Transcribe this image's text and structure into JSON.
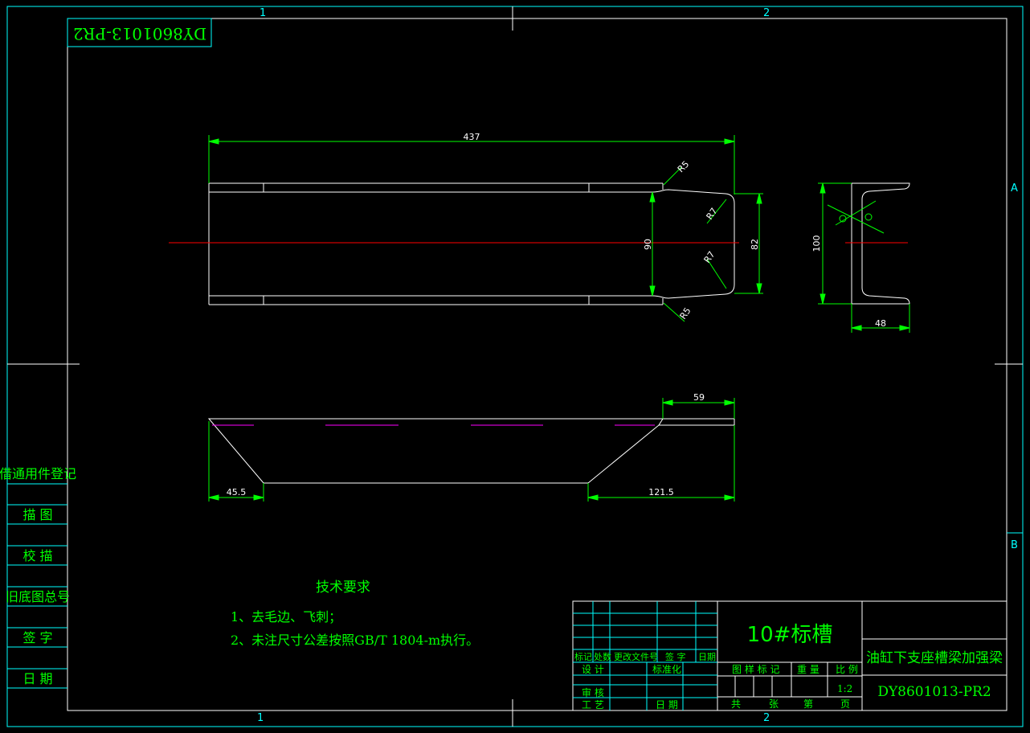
{
  "drawing_number": "DY8601013-PR2",
  "zones": {
    "col1": "1",
    "col2": "2",
    "rowA": "A",
    "rowB": "B"
  },
  "dimensions": {
    "length": "437",
    "r5_top": "R5",
    "r7_upper": "R7",
    "r7_lower": "R7",
    "r5_bottom": "R5",
    "inner_90": "90",
    "inner_82": "82",
    "section_100": "100",
    "section_48": "48",
    "bottom_59": "59",
    "bottom_45_5": "45.5",
    "bottom_121_5": "121.5"
  },
  "left_column": {
    "header": "借通用件登记",
    "rows": [
      "描 图",
      "校 描",
      "旧底图总号",
      "签 字",
      "日 期"
    ]
  },
  "notes": {
    "title": "技术要求",
    "items": [
      "1、去毛边、飞刺；",
      "2、未注尺寸公差按照GB/T 1804-m执行。"
    ]
  },
  "title_block": {
    "material": "10#标槽",
    "part_name": "油缸下支座槽梁加强梁",
    "part_number": "DY8601013-PR2",
    "rev_headers": [
      "标记",
      "处数",
      "更改文件号",
      "签 字",
      "日期"
    ],
    "design": "设 计",
    "standardize": "标准化",
    "review": "审 核",
    "process": "工 艺",
    "date": "日 期",
    "stage_mark": "图 样 标 记",
    "weight": "重 量",
    "scale_label": "比 例",
    "scale": "1:2",
    "total": "共",
    "sheet": "张",
    "no": "第",
    "page": "页"
  }
}
